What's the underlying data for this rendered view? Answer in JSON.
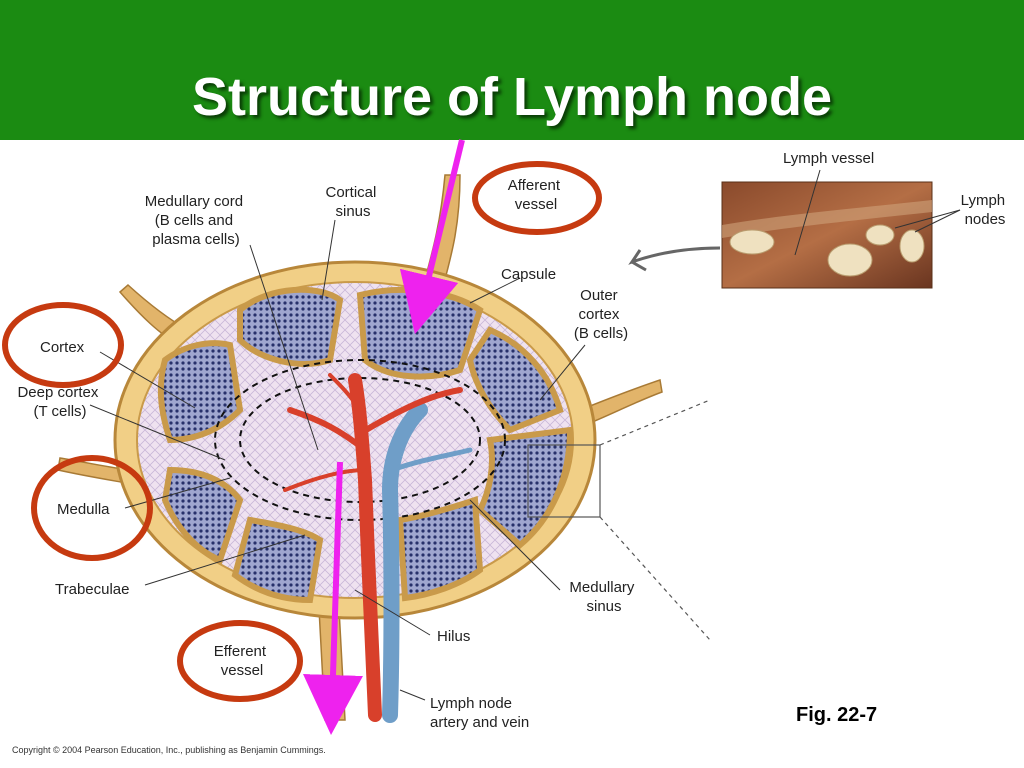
{
  "slide": {
    "title": "Structure of Lymph node",
    "figure_ref": "Fig. 22-7",
    "copyright": "Copyright © 2004 Pearson Education, Inc., publishing as Benjamin Cummings."
  },
  "labels": {
    "medullary_cord": [
      "Medullary cord",
      "(B cells and",
      "plasma cells)"
    ],
    "cortical_sinus": [
      "Cortical",
      "sinus"
    ],
    "afferent_vessel": [
      "Afferent",
      "vessel"
    ],
    "capsule": "Capsule",
    "outer_cortex": [
      "Outer",
      "cortex",
      "(B cells)"
    ],
    "cortex": "Cortex",
    "deep_cortex": [
      "Deep cortex",
      "(T cells)"
    ],
    "medulla": "Medulla",
    "trabeculae": "Trabeculae",
    "medullary_sinus": [
      "Medullary",
      "sinus"
    ],
    "hilus": "Hilus",
    "efferent_vessel": [
      "Efferent",
      "vessel"
    ],
    "lymph_node_artery_vein": [
      "Lymph node",
      "artery and vein"
    ],
    "lymph_vessel": "Lymph vessel",
    "lymph_nodes": [
      "Lymph",
      "nodes"
    ]
  },
  "colors": {
    "header_green": "#1b8b12",
    "highlight_circle": "#c63a10",
    "arrow_magenta": "#ee22ee",
    "capsule_tan": "#f1cf86",
    "artery_red": "#d8402b",
    "vein_blue": "#6f9ec8"
  }
}
